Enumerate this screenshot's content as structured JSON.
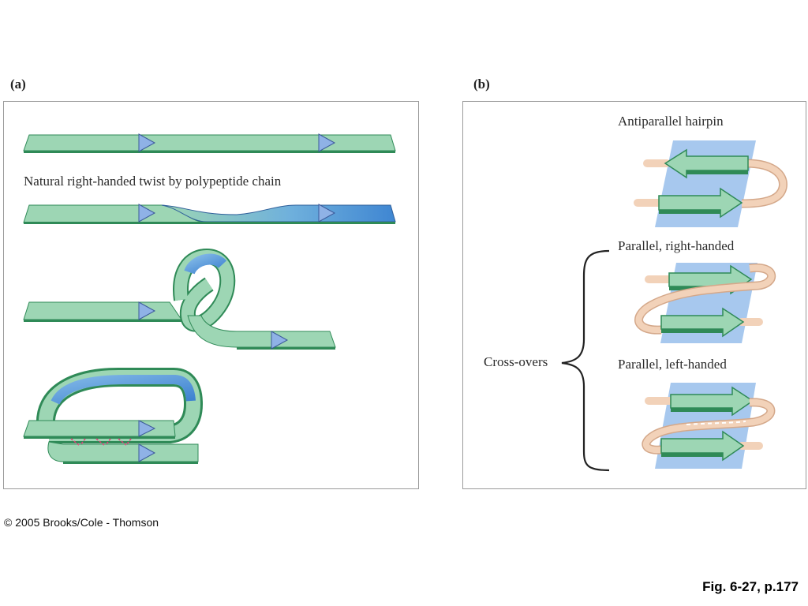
{
  "panels": {
    "a": {
      "label": "(a)",
      "caption_twist": "Natural right-handed twist by polypeptide chain"
    },
    "b": {
      "label": "(b)",
      "caption_antiparallel": "Antiparallel hairpin",
      "caption_parallel_right": "Parallel, right-handed",
      "caption_parallel_left": "Parallel, left-handed",
      "caption_crossovers": "Cross-overs"
    }
  },
  "footer": {
    "copyright": "© 2005 Brooks/Cole - Thomson",
    "figure_ref": "Fig. 6-27, p.177"
  },
  "colors": {
    "strand_green": "#9dd6b4",
    "strand_dark_green": "#2f8a57",
    "strand_blue": "#4f8fd6",
    "sheet_blue": "#a7c8ee",
    "loop_tan": "#f2d2b9",
    "hbond_pink": "#e0407a",
    "arrow_marker": "#8fb2e6"
  }
}
